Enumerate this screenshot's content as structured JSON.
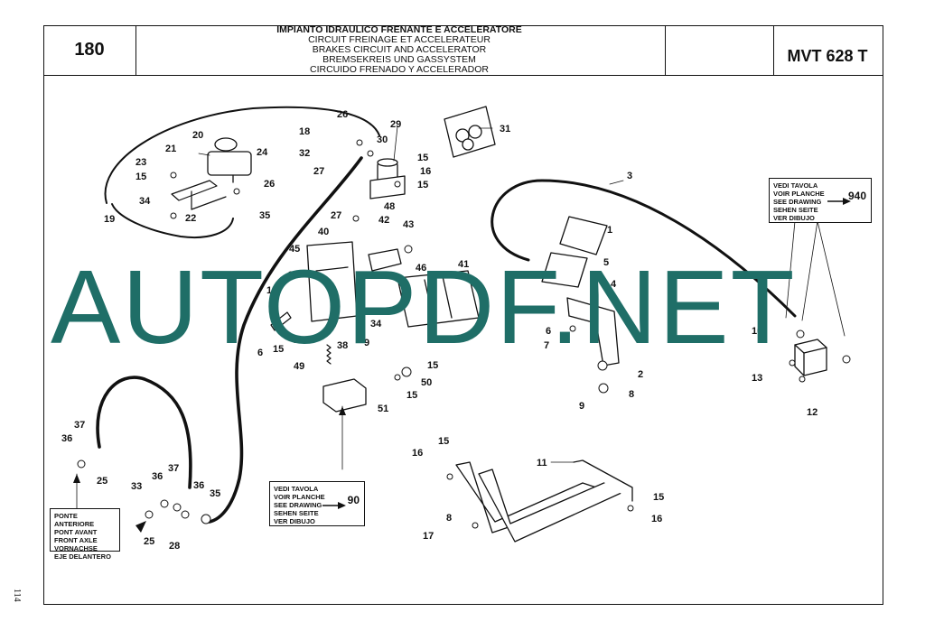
{
  "header": {
    "page_number": "180",
    "model": "MVT 628 T",
    "titles": [
      "IMPIANTO IDRAULICO FRENANTE E ACCELERATORE",
      "CIRCUIT FREINAGE ET ACCELERATEUR",
      "BRAKES CIRCUIT AND ACCELERATOR",
      "BREMSEKREIS UND GASSYSTEM",
      "CIRCUIDO FRENADO Y ACCELERADOR"
    ]
  },
  "side_page_number": "114",
  "watermark": "AUTOPDF.NET",
  "reference_boxes": {
    "drawing_940": {
      "lines": [
        "VEDI TAVOLA",
        "VOIR PLANCHE",
        "SEE DRAWING",
        "SEHEN SEITE",
        "VER DIBUJO"
      ],
      "number": "940"
    },
    "drawing_90": {
      "lines": [
        "VEDI TAVOLA",
        "VOIR PLANCHE",
        "SEE DRAWING",
        "SEHEN SEITE",
        "VER DIBUJO"
      ],
      "number": "90"
    },
    "front_axle": {
      "lines": [
        "PONTE ANTERIORE",
        "PONT AVANT",
        "FRONT AXLE",
        "VORNACHSE",
        "EJE DELANTERO"
      ]
    }
  },
  "callouts": {
    "c1": "1",
    "c2": "2",
    "c3": "3",
    "c4": "4",
    "c4b": "4",
    "c5": "5",
    "c6": "6",
    "c6b": "6",
    "c7": "7",
    "c8": "8",
    "c8b": "8",
    "c9": "9",
    "c9b": "9",
    "c10": "10",
    "c11": "11",
    "c12": "12",
    "c13": "13",
    "c15a": "15",
    "c15b": "15",
    "c15c": "15",
    "c15d": "15",
    "c15e": "15",
    "c15f": "15",
    "c15g": "15",
    "c15h": "15",
    "c15i": "15",
    "c16a": "16",
    "c16b": "16",
    "c16c": "16",
    "c17": "17",
    "c18": "18",
    "c19": "19",
    "c20": "20",
    "c21": "21",
    "c22": "22",
    "c23": "23",
    "c24": "24",
    "c25a": "25",
    "c25b": "25",
    "c26a": "26",
    "c26b": "26",
    "c27a": "27",
    "c27b": "27",
    "c28": "28",
    "c29": "29",
    "c30": "30",
    "c31": "31",
    "c32": "32",
    "c33": "33",
    "c34": "34",
    "c34b": "34",
    "c35a": "35",
    "c35b": "35",
    "c36a": "36",
    "c36b": "36",
    "c36c": "36",
    "c37a": "37",
    "c37b": "37",
    "c38": "38",
    "c40": "40",
    "c41": "41",
    "c42": "42",
    "c43": "43",
    "c45": "45",
    "c46": "46",
    "c48": "48",
    "c49": "49",
    "c50": "50",
    "c51": "51"
  }
}
